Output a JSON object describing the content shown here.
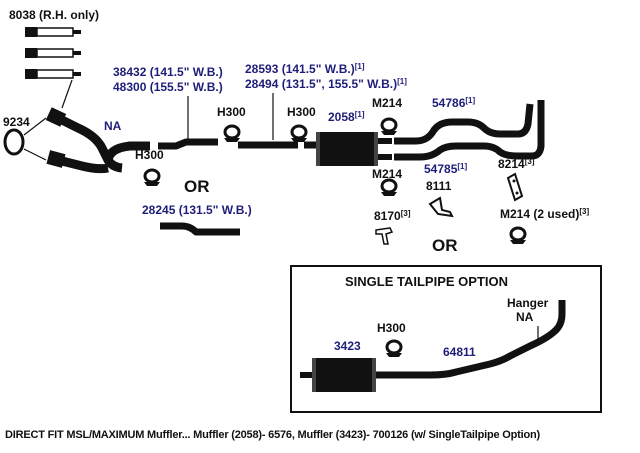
{
  "labels": {
    "p8038": "8038 (R.H. only)",
    "p9234": "9234",
    "na": "NA",
    "p38432": "38432 (141.5\" W.B.)",
    "p48300": "48300 (155.5\" W.B.)",
    "p28593": "28593 (141.5\" W.B.)",
    "p28593_sup": "[1]",
    "p28494": "28494 (131.5\", 155.5\" W.B.)",
    "p28494_sup": "[1]",
    "h300_a": "H300",
    "h300_b": "H300",
    "h300_c": "H300",
    "p2058": "2058",
    "p2058_sup": "[1]",
    "m214_a": "M214",
    "m214_b": "M214",
    "p54786": "54786",
    "p54786_sup": "[1]",
    "p54785": "54785",
    "p54785_sup": "[1]",
    "p8214": "8214",
    "p8214_sup": "[3]",
    "p8111": "8111",
    "p8170": "8170",
    "p8170_sup": "[3]",
    "m214_2used": "M214 (2 used)",
    "m214_2used_sup": "[3]",
    "or_a": "OR",
    "or_b": "OR",
    "p28245": "28245 (131.5\" W.B.)"
  },
  "single_tailpipe": {
    "title": "SINGLE TAILPIPE OPTION",
    "hanger": "Hanger",
    "hanger_na": "NA",
    "h300": "H300",
    "p3423": "3423",
    "p64811": "64811"
  },
  "caption": "DIRECT FIT MSL/MAXIMUM Muffler... Muffler (2058)- 6576, Muffler (3423)- 700126 (w/ SingleTailpipe Option)"
}
